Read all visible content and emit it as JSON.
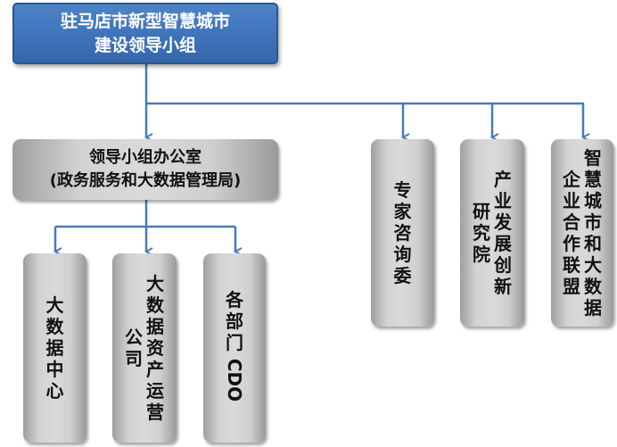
{
  "top": {
    "line1": "驻马店市新型智慧城市",
    "line2": "建设领导小组"
  },
  "office": {
    "line1": "领导小组办公室",
    "line2": "(政务服务和大数据管理局)"
  },
  "bottom_boxes": {
    "big_data_center": "大数据中心",
    "asset_company": {
      "col1": "大数据资产运营",
      "col2": "公司"
    },
    "dept_cdo": {
      "prefix": "各部门",
      "latin": "CDO"
    }
  },
  "right_boxes": {
    "expert_committee": "专家咨询委",
    "research_institute": {
      "col1": "产业发展创新",
      "col2": "研究院"
    },
    "alliance": {
      "col1": "智慧城市和大数据",
      "col2": "企业合作联盟"
    }
  },
  "colors": {
    "top_box": "#3e72b8",
    "connector": "#4a7ab8",
    "grey_box": "#d2d2d2"
  }
}
